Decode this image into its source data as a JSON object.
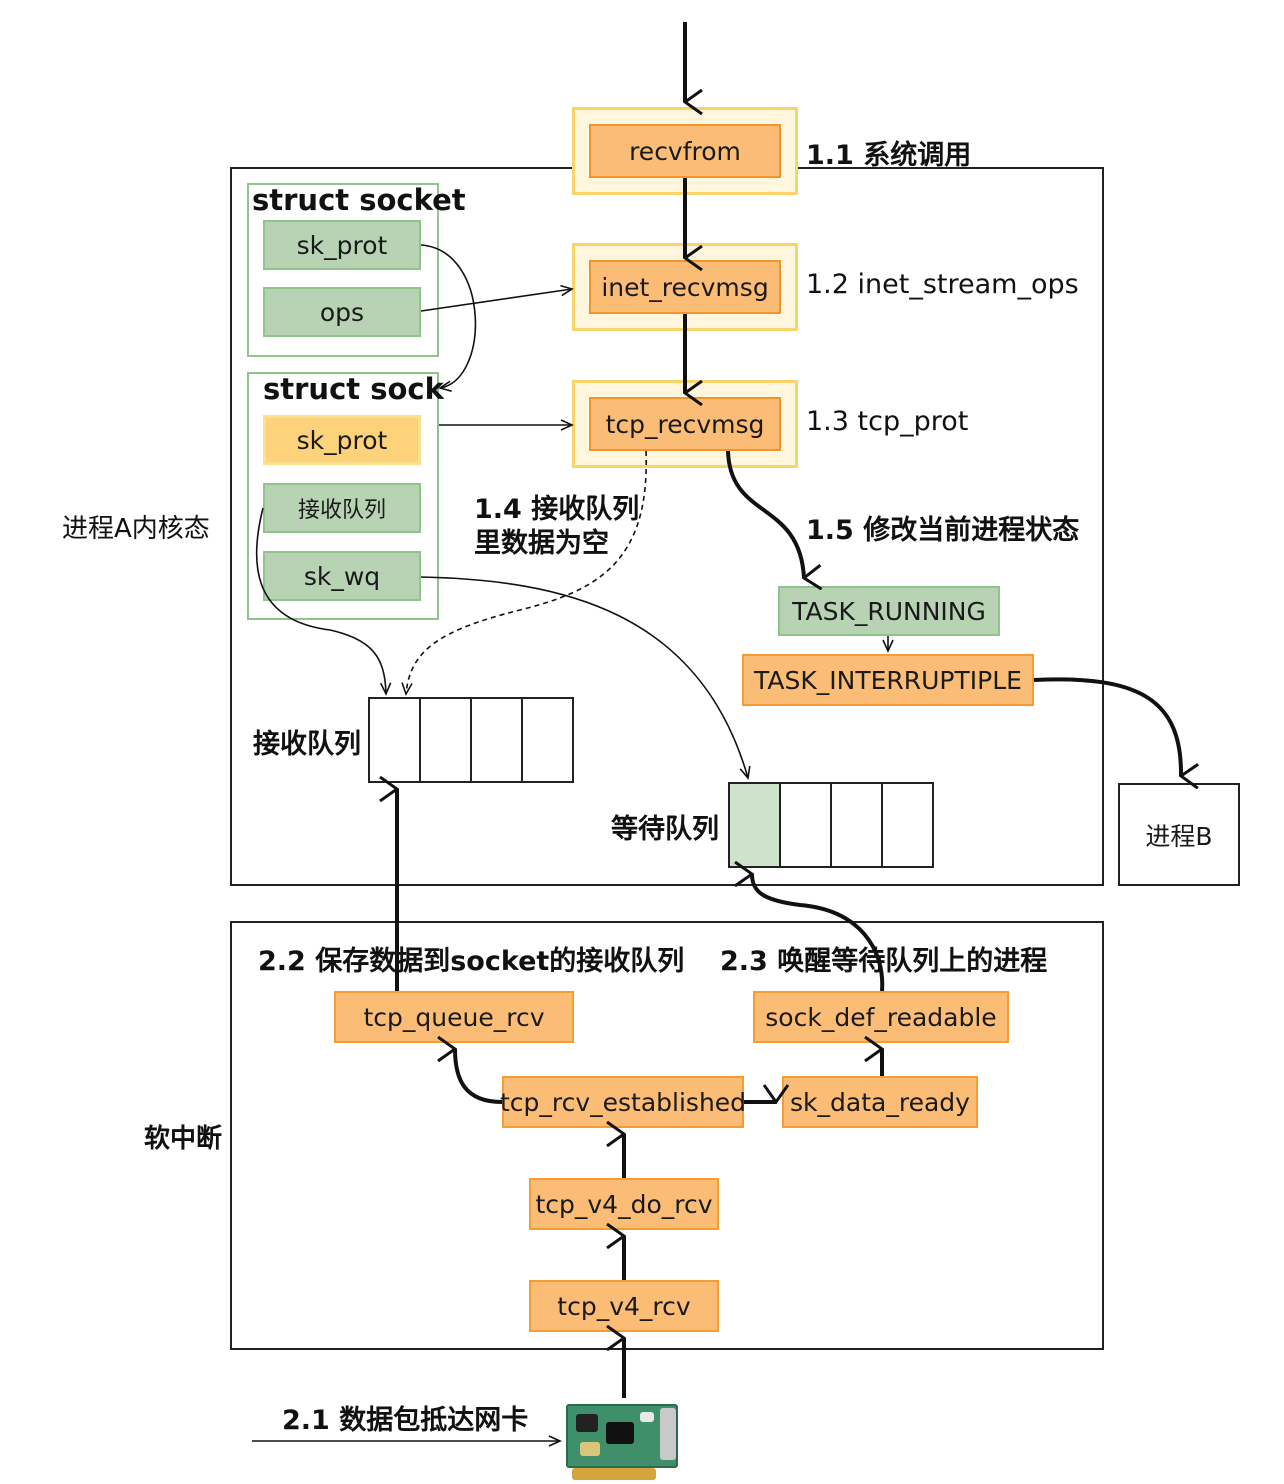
{
  "labels": {
    "syscall": "1.1 系统调用",
    "inet_stream_ops": "1.2 inet_stream_ops",
    "tcp_prot": "1.3 tcp_prot",
    "queue_empty_line1": "1.4 接收队列",
    "queue_empty_line2": "里数据为空",
    "change_state": "1.5 修改当前进程状态",
    "process_a_kernel": "进程A内核态",
    "softirq": "软中断",
    "save_to_queue": "2.2 保存数据到socket的接收队列",
    "wake_waiters": "2.3 唤醒等待队列上的进程",
    "packet_arrives": "2.1 数据包抵达网卡",
    "recv_queue": "接收队列",
    "wait_queue": "等待队列"
  },
  "struct_socket": {
    "title": "struct socket",
    "fields": [
      "sk_prot",
      "ops"
    ]
  },
  "struct_sock": {
    "title": "struct sock",
    "fields": [
      "sk_prot",
      "接收队列",
      "sk_wq"
    ]
  },
  "functions": {
    "recvfrom": "recvfrom",
    "inet_recvmsg": "inet_recvmsg",
    "tcp_recvmsg": "tcp_recvmsg",
    "tcp_queue_rcv": "tcp_queue_rcv",
    "sock_def_readable": "sock_def_readable",
    "tcp_rcv_established": "tcp_rcv_established",
    "sk_data_ready": "sk_data_ready",
    "tcp_v4_do_rcv": "tcp_v4_do_rcv",
    "tcp_v4_rcv": "tcp_v4_rcv"
  },
  "states": {
    "running": "TASK_RUNNING",
    "interruptible": "TASK_INTERRUPTIPLE"
  },
  "process_b": "进程B",
  "colors": {
    "orange_fill": "#fbbd76",
    "orange_border": "#f59d32",
    "green_fill": "#b7d3b4",
    "green_border": "#8fc48b",
    "line": "#222222"
  }
}
